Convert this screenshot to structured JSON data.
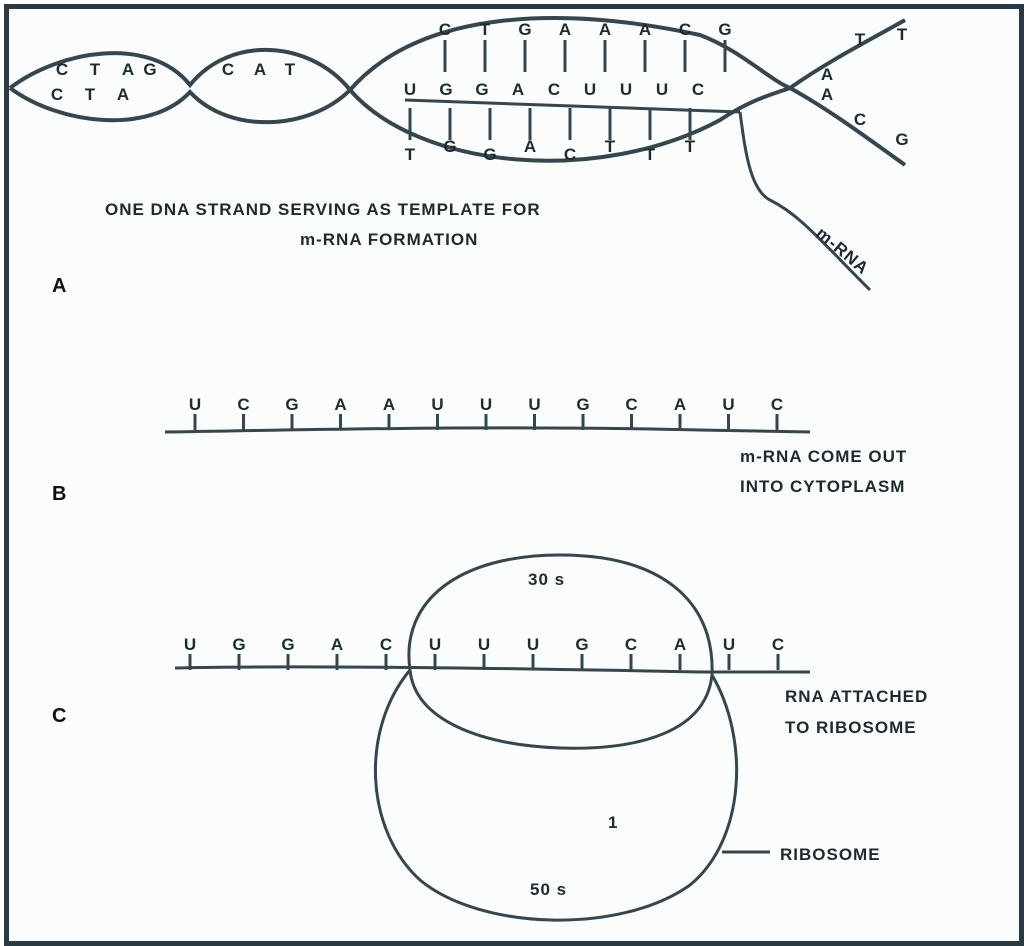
{
  "panel_a": {
    "letter": "A",
    "caption_line1": "ONE DNA STRAND SERVING AS TEMPLATE FOR",
    "caption_line2": "m-RNA FORMATION",
    "mrna_label": "m-RNA",
    "dna_top": [
      "C",
      "T",
      "G",
      "A",
      "A",
      "A",
      "C",
      "G"
    ],
    "mrna_bases": [
      "U",
      "G",
      "G",
      "A",
      "C",
      "U",
      "U",
      "U",
      "C"
    ],
    "dna_bottom": [
      "T",
      "G",
      "G",
      "A",
      "C",
      "T",
      "T",
      "T"
    ],
    "left_twists": [
      "C",
      "T",
      "A",
      "G",
      "C",
      "A",
      "T",
      "C",
      "T",
      "A"
    ],
    "right_twist": [
      "A",
      "T",
      "T",
      "A",
      "C",
      "G"
    ]
  },
  "panel_b": {
    "letter": "B",
    "bases": [
      "U",
      "C",
      "G",
      "A",
      "A",
      "U",
      "U",
      "U",
      "G",
      "C",
      "A",
      "U",
      "C"
    ],
    "caption_line1": "m-RNA COME OUT",
    "caption_line2": "INTO CYTOPLASM"
  },
  "panel_c": {
    "letter": "C",
    "bases": [
      "U",
      "G",
      "G",
      "A",
      "C",
      "U",
      "U",
      "U",
      "G",
      "C",
      "A",
      "U",
      "C"
    ],
    "caption_line1": "RNA ATTACHED",
    "caption_line2": "TO RIBOSOME",
    "small_subunit": "30 s",
    "large_subunit": "50 s",
    "site_marker": "1",
    "ribosome_label": "RIBOSOME"
  }
}
